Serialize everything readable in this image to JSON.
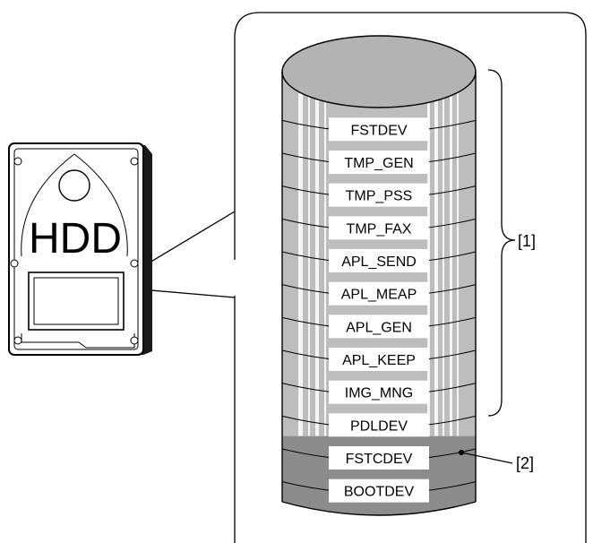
{
  "hdd": {
    "label": "HDD"
  },
  "partitions": [
    {
      "label": "FSTDEV",
      "group": "1"
    },
    {
      "label": "TMP_GEN",
      "group": "1"
    },
    {
      "label": "TMP_PSS",
      "group": "1"
    },
    {
      "label": "TMP_FAX",
      "group": "1"
    },
    {
      "label": "APL_SEND",
      "group": "1"
    },
    {
      "label": "APL_MEAP",
      "group": "1"
    },
    {
      "label": "APL_GEN",
      "group": "1"
    },
    {
      "label": "APL_KEEP",
      "group": "1"
    },
    {
      "label": "IMG_MNG",
      "group": "1"
    },
    {
      "label": "PDLDEV",
      "group": "1"
    },
    {
      "label": "FSTCDEV",
      "group": "2"
    },
    {
      "label": "BOOTDEV",
      "group": "2"
    }
  ],
  "callouts": {
    "group1": "[1]",
    "group2": "[2]"
  },
  "colors": {
    "group1_body": "#bdbdbd",
    "group2_body": "#8c8c8c",
    "cylinder_top": "#b3b3b3",
    "label_box": "#ffffff",
    "stroke": "#000000",
    "stripe": "#ffffff"
  }
}
